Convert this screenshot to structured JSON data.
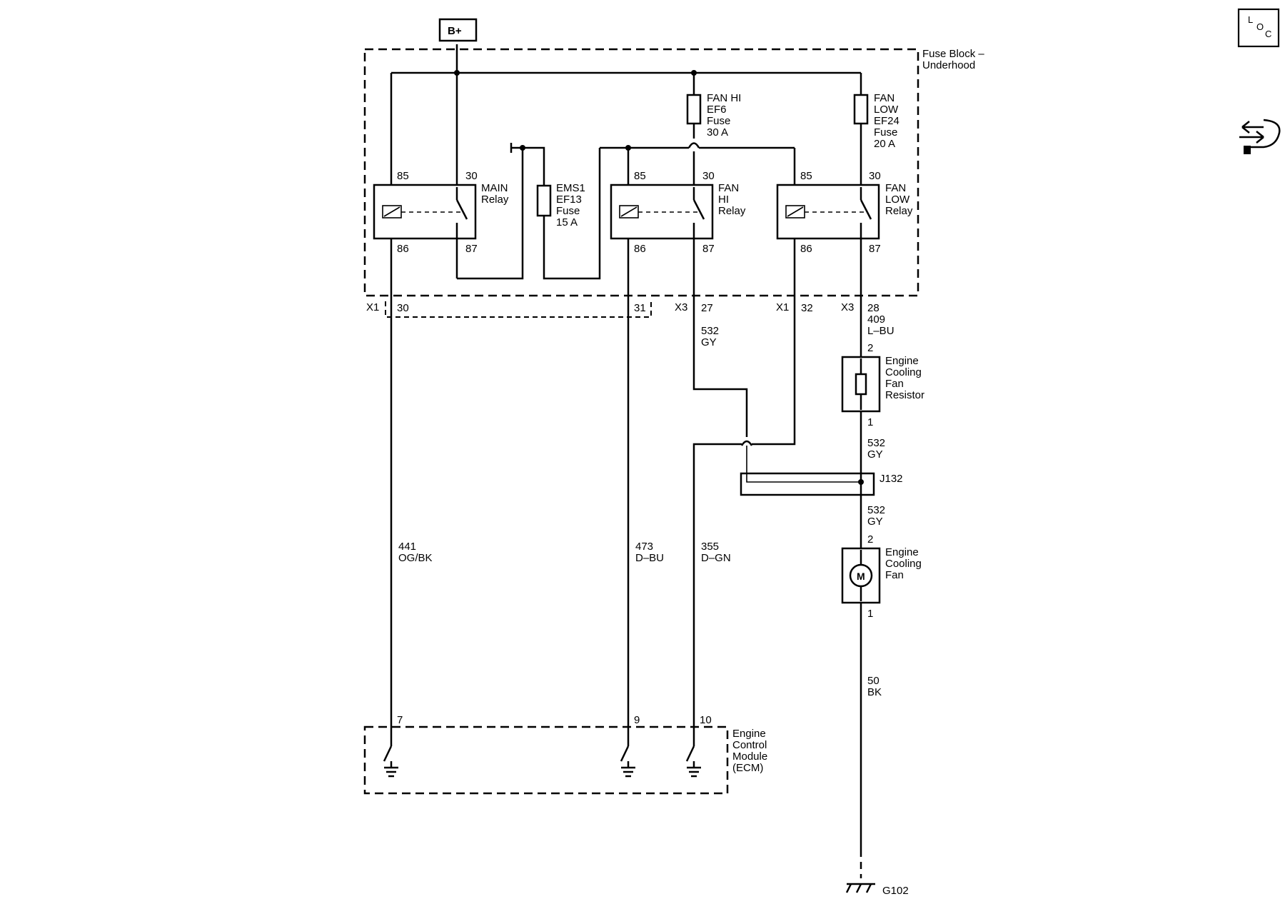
{
  "supply": {
    "label": "B+"
  },
  "fuse_block": {
    "name_line1": "Fuse Block –",
    "name_line2": "Underhood"
  },
  "main_relay": {
    "name_line1": "MAIN",
    "name_line2": "Relay",
    "pin85": "85",
    "pin30": "30",
    "pin86": "86",
    "pin87": "87"
  },
  "ems1_fuse": {
    "line1": "EMS1",
    "line2": "EF13",
    "line3": "Fuse",
    "line4": "15 A"
  },
  "fan_hi_relay": {
    "name_line1": "FAN",
    "name_line2": "HI",
    "name_line3": "Relay",
    "pin85": "85",
    "pin30": "30",
    "pin86": "86",
    "pin87": "87"
  },
  "fan_low_relay": {
    "name_line1": "FAN",
    "name_line2": "LOW",
    "name_line3": "Relay",
    "pin85": "85",
    "pin30": "30",
    "pin86": "86",
    "pin87": "87"
  },
  "fan_hi_fuse": {
    "line1": "FAN HI",
    "line2": "EF6",
    "line3": "Fuse",
    "line4": "30 A"
  },
  "fan_low_fuse": {
    "line1": "FAN",
    "line2": "LOW",
    "line3": "EF24",
    "line4": "Fuse",
    "line5": "20 A"
  },
  "connectors": {
    "x1_a": "X1",
    "x1_a_pin30": "30",
    "x1_a_pin31": "31",
    "x3_a": "X3",
    "x3_a_pin27": "27",
    "x1_b": "X1",
    "x1_b_pin32": "32",
    "x3_b": "X3",
    "x3_b_pin28": "28"
  },
  "wires": {
    "w441": {
      "circuit": "441",
      "color": "OG/BK"
    },
    "w473": {
      "circuit": "473",
      "color": "D–BU"
    },
    "w355": {
      "circuit": "355",
      "color": "D–GN"
    },
    "w532_hi": {
      "circuit": "532",
      "color": "GY"
    },
    "w409": {
      "circuit": "409",
      "color": "L–BU"
    },
    "w532_a": {
      "circuit": "532",
      "color": "GY"
    },
    "w532_b": {
      "circuit": "532",
      "color": "GY"
    },
    "w50": {
      "circuit": "50",
      "color": "BK"
    }
  },
  "resistor": {
    "line1": "Engine",
    "line2": "Cooling",
    "line3": "Fan",
    "line4": "Resistor",
    "pin_top": "2",
    "pin_bottom": "1"
  },
  "splice": {
    "label": "J132"
  },
  "motor": {
    "symbol": "M",
    "line1": "Engine",
    "line2": "Cooling",
    "line3": "Fan",
    "pin_top": "2",
    "pin_bottom": "1"
  },
  "ecm": {
    "line1": "Engine",
    "line2": "Control",
    "line3": "Module",
    "line4": "(ECM)",
    "pin7": "7",
    "pin9": "9",
    "pin10": "10"
  },
  "ground": {
    "label": "G102"
  },
  "side_icons": {
    "loc_l": "L",
    "loc_o": "O",
    "loc_c": "C",
    "loc_icon": "location-view-icon",
    "nav_icon": "connector-arrows-icon"
  }
}
